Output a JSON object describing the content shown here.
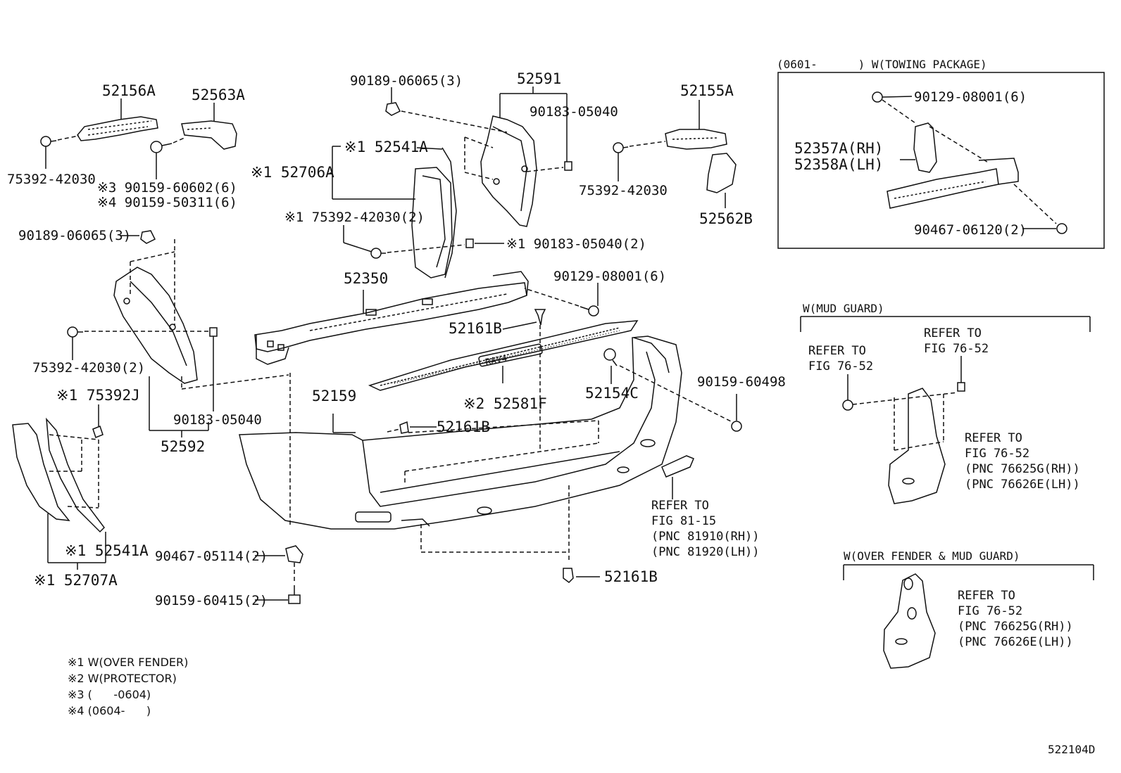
{
  "part_labels": {
    "p52156A": "52156A",
    "p52563A": "52563A",
    "p75392_42030_a": "75392-42030",
    "p90159_60602": "※3 90159-60602(6)",
    "p90159_50311": "※4 90159-50311(6)",
    "p90189_06065_top": "90189-06065(3)",
    "p52591": "52591",
    "p90183_05040_top": "90183-05040",
    "p52541A_top": "※1 52541A",
    "p52706A": "※1 52706A",
    "p75392_42030_2_top": "※1 75392-42030(2)",
    "p90183_05040_2": "※1 90183-05040(2)",
    "p52155A": "52155A",
    "p75392_42030_b": "75392-42030",
    "p52562B": "52562B",
    "p90189_06065_left": "90189-06065(3)",
    "p52350": "52350",
    "p90129_08001": "90129-08001(6)",
    "p52161B_a": "52161B",
    "p75392_42030_2_left": "75392-42030(2)",
    "p75392J": "※1 75392J",
    "p90183_05040_left": "90183-05040",
    "p52592": "52592",
    "p52159": "52159",
    "p52581F": "※2 52581F",
    "p52154C": "52154C",
    "p90159_60498": "90159-60498",
    "p52161B_b": "52161B",
    "p52541A_bottom": "※1 52541A",
    "p52707A": "※1 52707A",
    "p90467_05114": "90467-05114(2)",
    "p90159_60415": "90159-60415(2)",
    "p52161B_c": "52161B"
  },
  "references": {
    "fig81_15": "REFER TO\nFIG 81-15\n(PNC 81910(RH))\n(PNC 81920(LH))"
  },
  "towing_package": {
    "header": "(0601-      ) W(TOWING PACKAGE)",
    "p90129_08001": "90129-08001(6)",
    "p52357A": "52357A(RH)",
    "p52358A": "52358A(LH)",
    "p90467_06120": "90467-06120(2)"
  },
  "mud_guard": {
    "header": "W(MUD GUARD)",
    "ref_left": "REFER TO\nFIG 76-52",
    "ref_right": "REFER TO\nFIG 76-52",
    "ref_bottom": "REFER TO\nFIG 76-52\n(PNC 76625G(RH))\n(PNC 76626E(LH))"
  },
  "over_fender_mud_guard": {
    "header": "W(OVER FENDER & MUD GUARD)",
    "ref": "REFER TO\nFIG 76-52\n(PNC 76625G(RH))\n(PNC 76626E(LH))"
  },
  "footnotes": [
    "※1 W(OVER FENDER)",
    "※2 W(PROTECTOR)",
    "※3 (      -0604)",
    "※4 (0604-      )"
  ],
  "diagram_id": "522104D",
  "bumper_emblem": "RAV4"
}
